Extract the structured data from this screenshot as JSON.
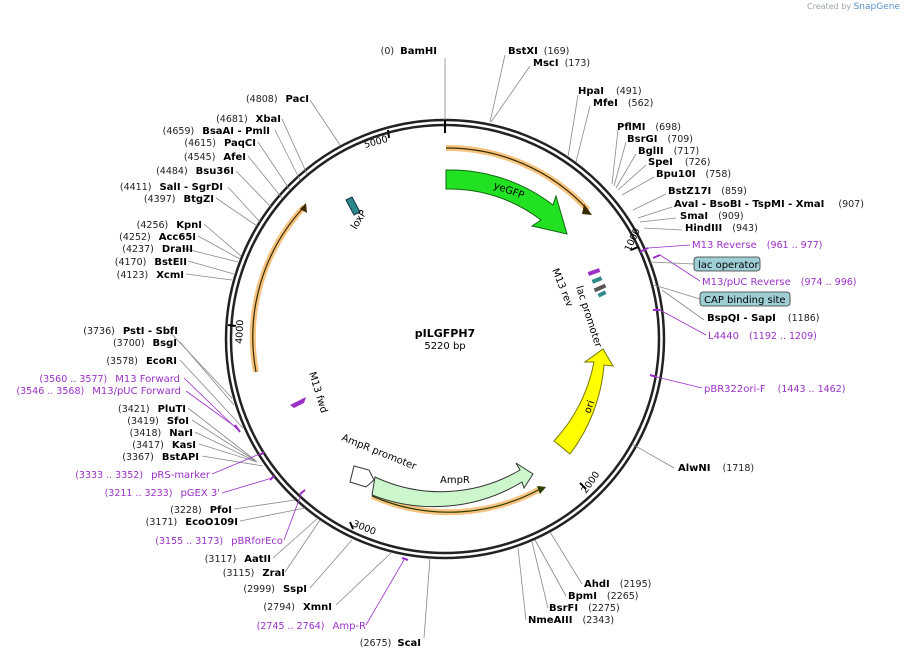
{
  "credit": {
    "prefix": "Created by",
    "brand": "SnapGene"
  },
  "plasmid": {
    "name": "pILGFPH7",
    "length_label": "5220 bp",
    "length": 5220
  },
  "ticks": [
    "1000",
    "2000",
    "3000",
    "4000",
    "5000"
  ],
  "enzymes": [
    {
      "name": "BamHI",
      "pos": "(0)"
    },
    {
      "name": "BstXI",
      "pos": "(169)"
    },
    {
      "name": "MscI",
      "pos": "(173)"
    },
    {
      "name": "HpaI",
      "pos": "(491)"
    },
    {
      "name": "MfeI",
      "pos": "(562)"
    },
    {
      "name": "PflMI",
      "pos": "(698)"
    },
    {
      "name": "BsrGI",
      "pos": "(709)"
    },
    {
      "name": "BglII",
      "pos": "(717)"
    },
    {
      "name": "SpeI",
      "pos": "(726)"
    },
    {
      "name": "Bpu10I",
      "pos": "(758)"
    },
    {
      "name": "BstZ17I",
      "pos": "(859)"
    },
    {
      "name": "AvaI - BsoBI - TspMI - XmaI",
      "pos": "(907)"
    },
    {
      "name": "SmaI",
      "pos": "(909)"
    },
    {
      "name": "HindIII",
      "pos": "(943)"
    },
    {
      "name": "BspQI - SapI",
      "pos": "(1186)"
    },
    {
      "name": "AlwNI",
      "pos": "(1718)"
    },
    {
      "name": "AhdI",
      "pos": "(2195)"
    },
    {
      "name": "BpmI",
      "pos": "(2265)"
    },
    {
      "name": "BsrFI",
      "pos": "(2275)"
    },
    {
      "name": "NmeAIII",
      "pos": "(2343)"
    },
    {
      "name": "ScaI",
      "pos": "(2675)"
    },
    {
      "name": "XmnI",
      "pos": "(2794)"
    },
    {
      "name": "SspI",
      "pos": "(2999)"
    },
    {
      "name": "ZraI",
      "pos": "(3115)"
    },
    {
      "name": "AatII",
      "pos": "(3117)"
    },
    {
      "name": "EcoO109I",
      "pos": "(3171)"
    },
    {
      "name": "PfoI",
      "pos": "(3228)"
    },
    {
      "name": "BstAPI",
      "pos": "(3367)"
    },
    {
      "name": "KasI",
      "pos": "(3417)"
    },
    {
      "name": "NarI",
      "pos": "(3418)"
    },
    {
      "name": "SfoI",
      "pos": "(3419)"
    },
    {
      "name": "PluTI",
      "pos": "(3421)"
    },
    {
      "name": "EcoRI",
      "pos": "(3578)"
    },
    {
      "name": "BsgI",
      "pos": "(3700)"
    },
    {
      "name": "PstI - SbfI",
      "pos": "(3736)"
    },
    {
      "name": "XcmI",
      "pos": "(4123)"
    },
    {
      "name": "BstEII",
      "pos": "(4170)"
    },
    {
      "name": "DraIII",
      "pos": "(4237)"
    },
    {
      "name": "Acc65I",
      "pos": "(4252)"
    },
    {
      "name": "KpnI",
      "pos": "(4256)"
    },
    {
      "name": "BtgZI",
      "pos": "(4397)"
    },
    {
      "name": "SalI - SgrDI",
      "pos": "(4411)"
    },
    {
      "name": "Bsu36I",
      "pos": "(4484)"
    },
    {
      "name": "AfeI",
      "pos": "(4545)"
    },
    {
      "name": "PaqCI",
      "pos": "(4615)"
    },
    {
      "name": "BsaAI - PmlI",
      "pos": "(4659)"
    },
    {
      "name": "XbaI",
      "pos": "(4681)"
    },
    {
      "name": "PacI",
      "pos": "(4808)"
    }
  ],
  "primers": [
    {
      "name": "M13 Reverse",
      "range": "(961 .. 977)"
    },
    {
      "name": "M13/pUC Reverse",
      "range": "(974 .. 996)"
    },
    {
      "name": "L4440",
      "range": "(1192 .. 1209)"
    },
    {
      "name": "pBR322ori-F",
      "range": "(1443 .. 1462)"
    },
    {
      "name": "Amp-R",
      "range": "(2745 .. 2764)"
    },
    {
      "name": "pBRforEco",
      "range": "(3155 .. 3173)"
    },
    {
      "name": "pGEX 3'",
      "range": "(3211 .. 3233)"
    },
    {
      "name": "pRS-marker",
      "range": "(3333 .. 3352)"
    },
    {
      "name": "M13/pUC Forward",
      "range": "(3546 .. 3568)"
    },
    {
      "name": "M13 Forward",
      "range": "(3560 .. 3577)"
    }
  ],
  "boxed_features": [
    "lac operator",
    "CAP binding site"
  ],
  "features": [
    "yeGFP",
    "loxP",
    "M13 rev",
    "lac promoter",
    "ori",
    "AmpR",
    "AmpR promoter",
    "M13 fwd"
  ],
  "colors": {
    "yeGFP": "#22e022",
    "loxP": "#2e8a8a",
    "ori": "#ffff00",
    "AmpR": "#ccf7cc",
    "translation": "#f5b86a",
    "primer": "#9b30c8",
    "box": "#9fcfd4"
  }
}
